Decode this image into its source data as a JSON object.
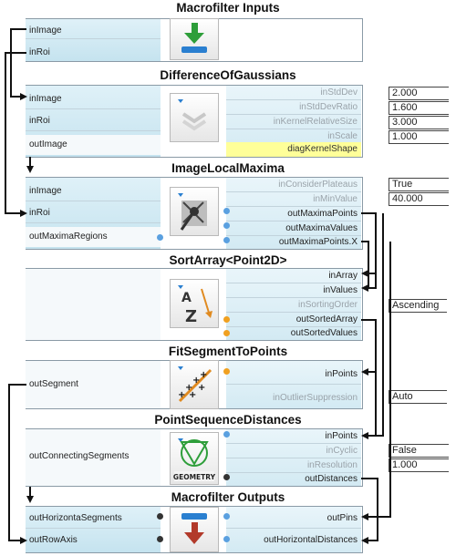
{
  "nodes": {
    "inputs": {
      "title": "Macrofilter Inputs",
      "ports_left": [
        "inImage",
        "inRoi"
      ]
    },
    "dog": {
      "title": "DifferenceOfGaussians",
      "ports_left": [
        "inImage",
        "inRoi",
        "outImage"
      ],
      "ports_right": [
        "inStdDev",
        "inStdDevRatio",
        "inKernelRelativeSize",
        "inScale",
        "diagKernelShape"
      ],
      "values": [
        "2.000",
        "1.600",
        "3.000",
        "1.000"
      ]
    },
    "ilm": {
      "title": "ImageLocalMaxima",
      "ports_left": [
        "inImage",
        "inRoi",
        "outMaximaRegions"
      ],
      "ports_right": [
        "inConsiderPlateaus",
        "inMinValue",
        "outMaximaPoints",
        "outMaximaValues",
        "outMaximaPoints.X"
      ],
      "values": [
        "True",
        "40.000"
      ]
    },
    "sort": {
      "title": "SortArray<Point2D>",
      "ports_right": [
        "inArray",
        "inValues",
        "inSortingOrder",
        "outSortedArray",
        "outSortedValues"
      ],
      "values": [
        "Ascending"
      ]
    },
    "fit": {
      "title": "FitSegmentToPoints",
      "ports_left": [
        "outSegment"
      ],
      "ports_right": [
        "inPoints",
        "inOutlierSuppression"
      ],
      "values": [
        "Auto"
      ]
    },
    "psd": {
      "title": "PointSequenceDistances",
      "ports_left": [
        "outConnectingSegments"
      ],
      "ports_right": [
        "inPoints",
        "inCyclic",
        "inResolution",
        "outDistances"
      ],
      "values": [
        "False",
        "1.000"
      ],
      "icon_caption": "GEOMETRY"
    },
    "outputs": {
      "title": "Macrofilter Outputs",
      "ports_left": [
        "outHorizontaSegments",
        "outRowAxis"
      ],
      "ports_right": [
        "outPins",
        "outHorizontalDistances"
      ]
    }
  },
  "colors": {
    "accent_blue": "#5aa0e0",
    "accent_orange": "#f0a020",
    "diag_yellow": "#ffff99",
    "green_arrow": "#2e9e3a",
    "red_arrow": "#b23a2a"
  }
}
